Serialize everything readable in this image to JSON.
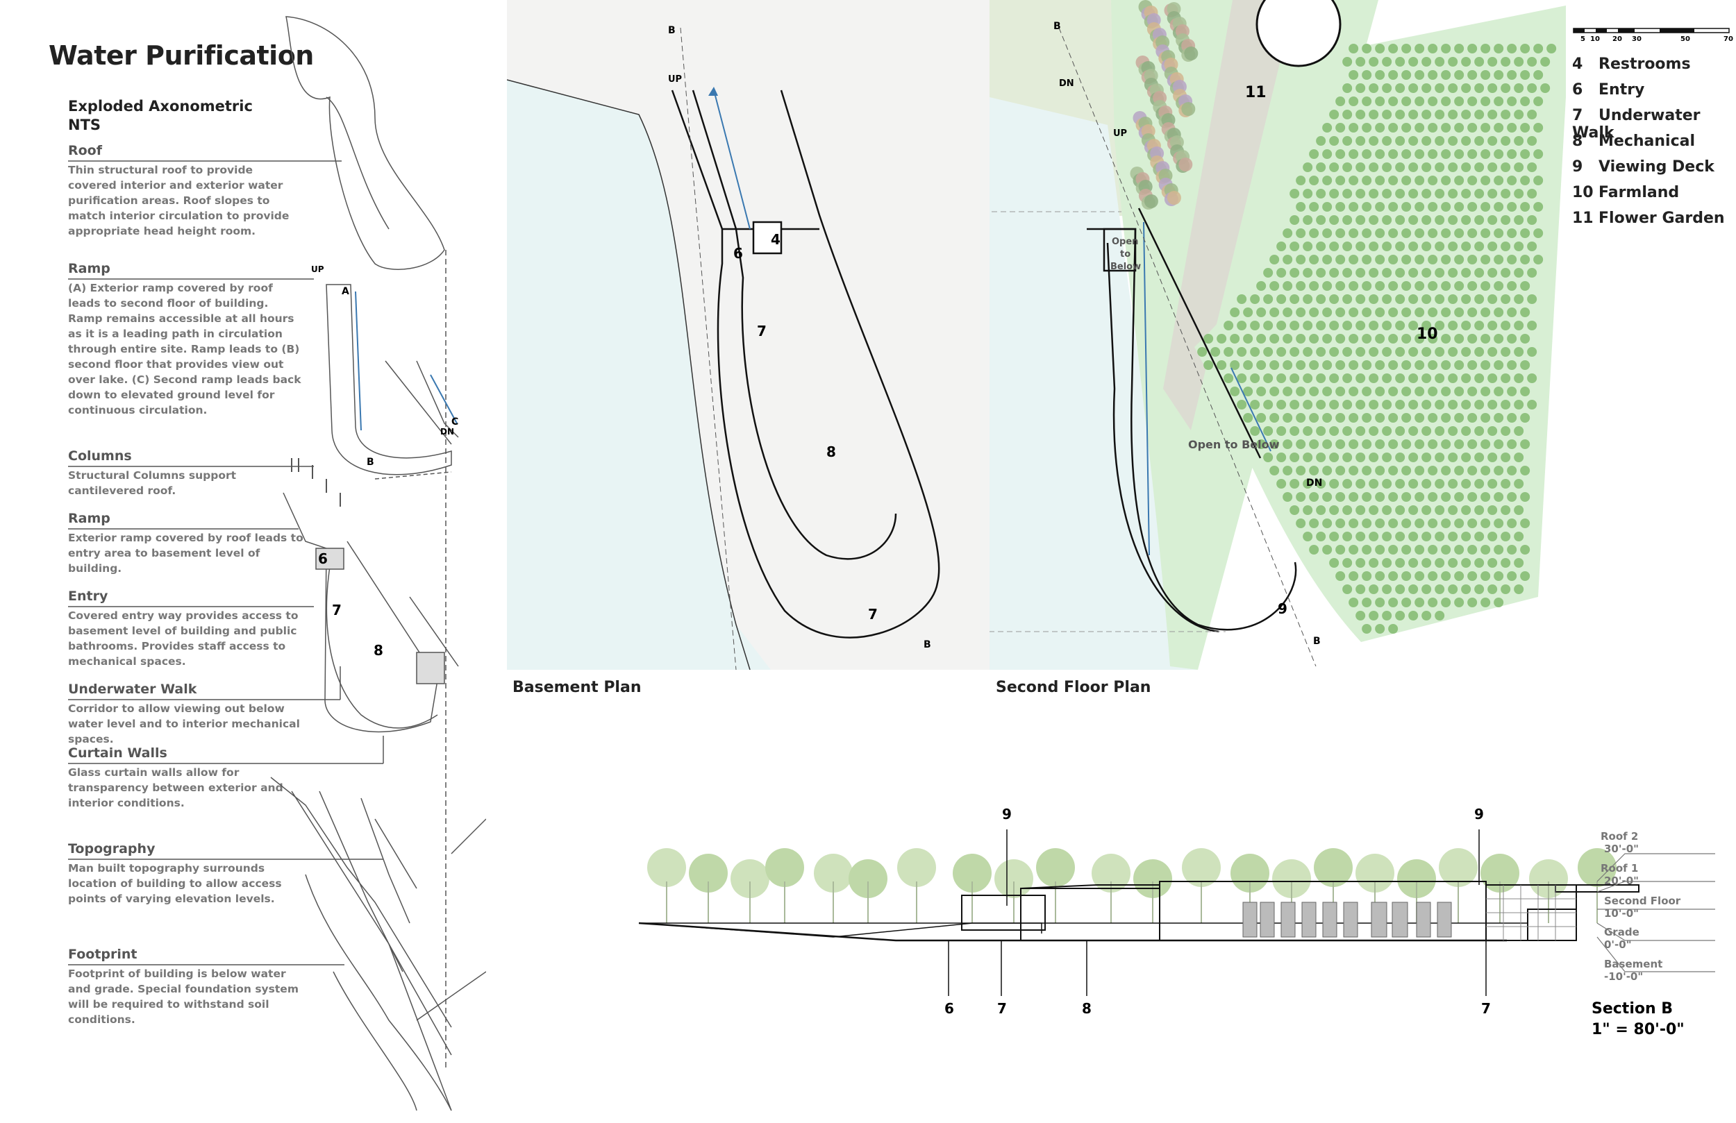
{
  "title": "Water Purification",
  "axon": {
    "heading": "Exploded Axonometric",
    "scale_note": "NTS",
    "sections": [
      {
        "heading": "Roof",
        "text": "Thin structural roof to provide covered interior and exterior water purification areas. Roof slopes to match interior circulation to provide appropriate head height room."
      },
      {
        "heading": "Ramp",
        "text": "(A) Exterior ramp covered by roof leads to second floor of building. Ramp remains accessible at all hours as it is a leading path in circulation through entire site. Ramp leads to (B) second floor that provides view out over lake. (C) Second ramp leads back down to elevated ground level for continuous circulation."
      },
      {
        "heading": "Columns",
        "text": "Structural Columns support cantilevered roof."
      },
      {
        "heading": "Ramp",
        "text": "Exterior ramp covered by roof leads to entry area to basement level of building."
      },
      {
        "heading": "Entry",
        "text": "Covered entry way provides access to basement level of building and public bathrooms. Provides staff access to mechanical spaces."
      },
      {
        "heading": "Underwater Walk",
        "text": "Corridor to allow viewing out below water level and to interior mechanical spaces."
      },
      {
        "heading": "Curtain Walls",
        "text": "Glass curtain walls allow for transparency between exterior and interior conditions."
      },
      {
        "heading": "Topography",
        "text": "Man built topography surrounds location of building to allow access points of varying elevation levels."
      },
      {
        "heading": "Footprint",
        "text": "Footprint of building is below water and grade. Special foundation system will be required to withstand soil conditions."
      }
    ],
    "drawing_labels": {
      "up": "UP",
      "a": "A",
      "b": "B",
      "c": "C",
      "dn": "DN",
      "six": "6",
      "seven": "7",
      "eight": "8"
    }
  },
  "basement_plan": {
    "label": "Basement Plan",
    "marks": {
      "up": "UP",
      "b_top": "B",
      "b_bottom": "B",
      "r6": "6",
      "r4": "4",
      "r7a": "7",
      "r8": "8",
      "r7b": "7"
    }
  },
  "second_floor_plan": {
    "label": "Second Floor Plan",
    "marks": {
      "b_top": "B",
      "dn_top": "DN",
      "up": "UP",
      "open1": "Open",
      "open2": "to",
      "open3": "Below",
      "open_below": "Open to Below",
      "dn": "DN",
      "r9": "9",
      "b_bottom": "B",
      "r11": "11",
      "r10": "10"
    }
  },
  "scale_bar": {
    "ticks": [
      "5",
      "10",
      "20",
      "30",
      "50",
      "70"
    ]
  },
  "legend": [
    {
      "num": "4",
      "name": "Restrooms"
    },
    {
      "num": "6",
      "name": "Entry"
    },
    {
      "num": "7",
      "name": "Underwater Walk"
    },
    {
      "num": "8",
      "name": "Mechanical"
    },
    {
      "num": "9",
      "name": "Viewing Deck"
    },
    {
      "num": "10",
      "name": "Farmland"
    },
    {
      "num": "11",
      "name": "Flower Garden"
    }
  ],
  "section": {
    "top_labels": {
      "a": "9",
      "b": "9"
    },
    "bottom_labels": {
      "a": "6",
      "b": "7",
      "c": "8",
      "d": "7"
    },
    "levels": [
      {
        "name": "Roof 2",
        "elev": "30'-0\""
      },
      {
        "name": "Roof 1",
        "elev": "20'-0\""
      },
      {
        "name": "Second Floor",
        "elev": "10'-0\""
      },
      {
        "name": "Grade",
        "elev": "0'-0\""
      },
      {
        "name": "Basement",
        "elev": "-10'-0\""
      }
    ],
    "title": "Section B",
    "scale": "1\" = 80'-0\""
  },
  "colors": {
    "water": "#e8f4f4",
    "grass": "#d8efd4",
    "farm_dot": "#8fc27e",
    "ramp_arrow": "#3a78b0",
    "line": "#222222"
  }
}
